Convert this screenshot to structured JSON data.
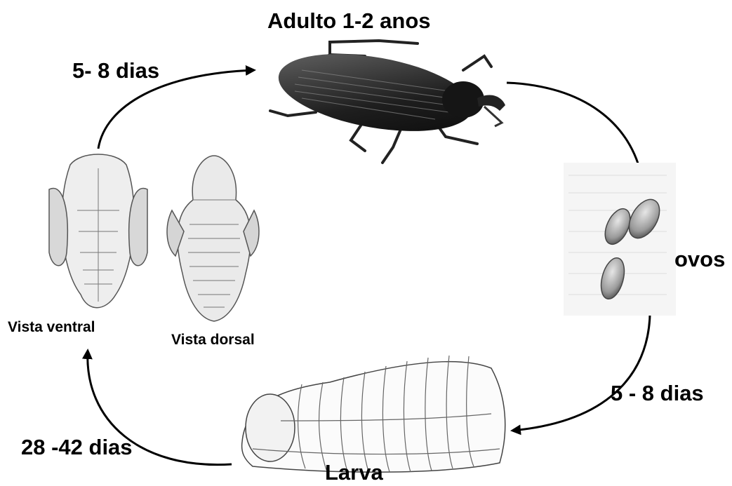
{
  "diagram": {
    "stages": {
      "adult": "Adulto 1-2 anos",
      "eggs": "ovos",
      "larva": "Larva",
      "pupa_ventral": "Vista ventral",
      "pupa_dorsal": "Vista dorsal"
    },
    "durations": {
      "pupa_to_adult": "5- 8 dias",
      "eggs_to_larva": "5 - 8 dias",
      "larva_to_pupa": "28 -42 dias"
    }
  }
}
